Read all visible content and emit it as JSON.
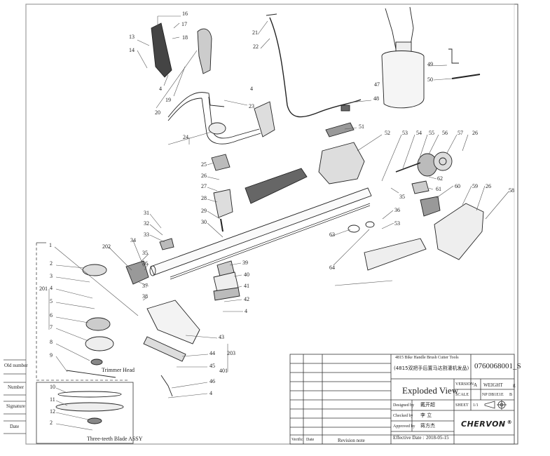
{
  "side_labels": [
    "Old number",
    "Number",
    "Signature",
    "Date"
  ],
  "parts": [
    {
      "n": "16"
    },
    {
      "n": "17"
    },
    {
      "n": "18"
    },
    {
      "n": "13"
    },
    {
      "n": "14"
    },
    {
      "n": "4"
    },
    {
      "n": "19"
    },
    {
      "n": "20"
    },
    {
      "n": "21"
    },
    {
      "n": "22"
    },
    {
      "n": "4"
    },
    {
      "n": "23"
    },
    {
      "n": "24"
    },
    {
      "n": "48"
    },
    {
      "n": "49"
    },
    {
      "n": "47"
    },
    {
      "n": "50"
    },
    {
      "n": "51"
    },
    {
      "n": "52"
    },
    {
      "n": "53"
    },
    {
      "n": "54"
    },
    {
      "n": "55"
    },
    {
      "n": "56"
    },
    {
      "n": "57"
    },
    {
      "n": "26"
    },
    {
      "n": "25"
    },
    {
      "n": "26"
    },
    {
      "n": "27"
    },
    {
      "n": "28"
    },
    {
      "n": "29"
    },
    {
      "n": "30"
    },
    {
      "n": "31"
    },
    {
      "n": "32"
    },
    {
      "n": "33"
    },
    {
      "n": "62"
    },
    {
      "n": "35"
    },
    {
      "n": "61"
    },
    {
      "n": "60"
    },
    {
      "n": "59"
    },
    {
      "n": "26"
    },
    {
      "n": "58"
    },
    {
      "n": "36"
    },
    {
      "n": "53"
    },
    {
      "n": "63"
    },
    {
      "n": "64"
    },
    {
      "n": "202"
    },
    {
      "n": "34"
    },
    {
      "n": "35"
    },
    {
      "n": "36"
    },
    {
      "n": "37"
    },
    {
      "n": "38"
    },
    {
      "n": "39"
    },
    {
      "n": "40"
    },
    {
      "n": "41"
    },
    {
      "n": "42"
    },
    {
      "n": "4"
    },
    {
      "n": "1"
    },
    {
      "n": "2"
    },
    {
      "n": "3"
    },
    {
      "n": "4"
    },
    {
      "n": "201"
    },
    {
      "n": "5"
    },
    {
      "n": "6"
    },
    {
      "n": "7"
    },
    {
      "n": "8"
    },
    {
      "n": "9"
    },
    {
      "n": "43"
    },
    {
      "n": "44"
    },
    {
      "n": "203"
    },
    {
      "n": "45"
    },
    {
      "n": "401"
    },
    {
      "n": "46"
    },
    {
      "n": "4"
    },
    {
      "n": "10"
    },
    {
      "n": "11"
    },
    {
      "n": "12"
    },
    {
      "n": "2"
    }
  ],
  "assembly_labels": {
    "trimmer_head": "Trimmer Head",
    "blade_assy": "Three-teeth Blade ASSY"
  },
  "title_block": {
    "product_name": "4815 Bike Handle Brush Cutter Tools",
    "product_name_cn": "(4815双把手后置马达割灌机发品)",
    "drawing_number": "0760068001_S",
    "drawing_title": "Exploded View",
    "version_label": "VERSION",
    "version_value": "A",
    "weight_label": "WEIGHT",
    "weight_value": "g",
    "scale_label": "SCALE",
    "scale_value": "NP DB1E1E",
    "scale_extra": "B",
    "sheet_label": "SHEET",
    "sheet_value": "1/1",
    "designed_by_label": "Designed by",
    "designed_by_value": "戴开超",
    "checked_by_label": "Checked by",
    "checked_by_value": "李 立",
    "approved_by_label": "Approved by",
    "approved_by_value": "蒋方杰",
    "effective_date_label": "Effective Date :",
    "effective_date_value": "2018-05-15",
    "brand": "CHERVON",
    "revision_headers": [
      "Verific",
      "Date",
      "Revision note"
    ]
  }
}
